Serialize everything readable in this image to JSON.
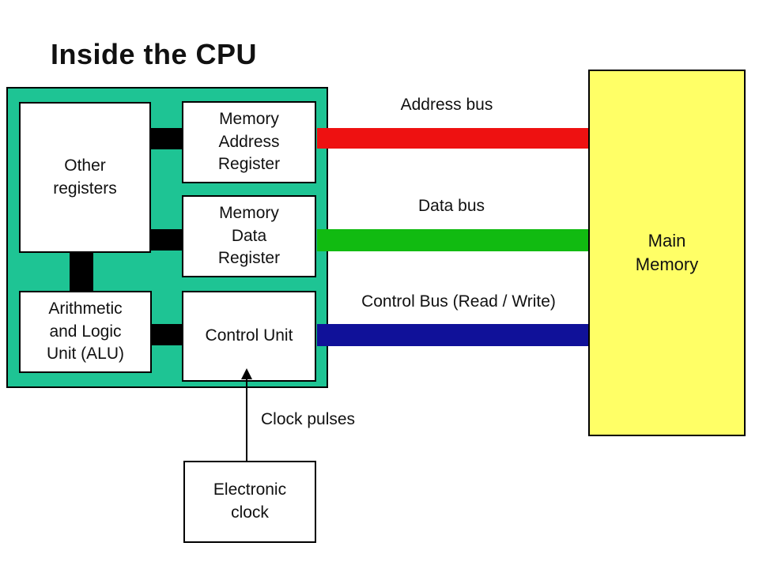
{
  "title": "Inside the CPU",
  "colors": {
    "cpu_fill": "#1EC494",
    "memory_fill": "#FFFF66",
    "address_bus": "#EE1111",
    "data_bus": "#11BB11",
    "control_bus": "#101199",
    "connector": "#000000"
  },
  "cpu": {
    "registers": {
      "other_registers": [
        "Other",
        "registers"
      ],
      "memory_address_register": [
        "Memory",
        "Address",
        "Register"
      ],
      "memory_data_register": [
        "Memory",
        "Data",
        "Register"
      ],
      "alu": [
        "Arithmetic",
        "and Logic",
        "Unit (ALU)"
      ],
      "control_unit": "Control Unit"
    }
  },
  "buses": {
    "address": {
      "label": "Address bus"
    },
    "data": {
      "label": "Data bus"
    },
    "control": {
      "label": "Control Bus (Read / Write)"
    }
  },
  "main_memory": [
    "Main",
    "Memory"
  ],
  "clock": {
    "box_label": [
      "Electronic",
      "clock"
    ],
    "arrow_label": "Clock pulses"
  }
}
